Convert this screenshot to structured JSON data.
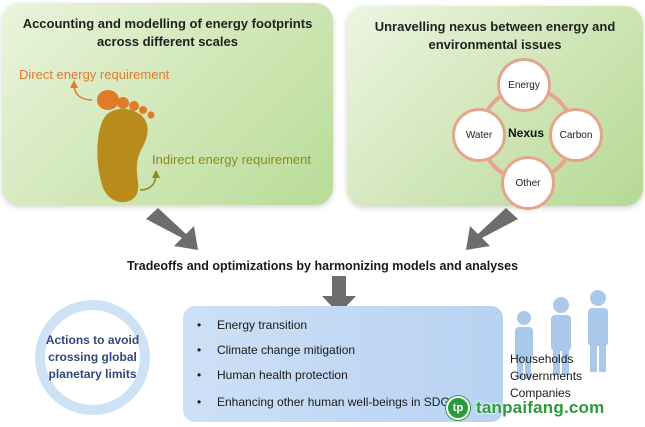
{
  "panels": {
    "left": {
      "title_line1": "Accounting and modelling of energy footprints",
      "title_line2": "across different scales",
      "direct_label": "Direct energy requirement",
      "indirect_label": "Indirect energy requirement"
    },
    "right": {
      "title_line1": "Unravelling nexus between energy and",
      "title_line2": "environmental issues",
      "center_label": "Nexus",
      "nodes": [
        "Energy",
        "Carbon",
        "Other",
        "Water"
      ]
    }
  },
  "tradeoffs": "Tradeoffs and optimizations by harmonizing models and analyses",
  "actions": {
    "line1": "Actions to avoid",
    "line2": "crossing global",
    "line3": "planetary limits"
  },
  "bullet_marker": "•",
  "bullets": [
    "Energy transition",
    "Climate change mitigation",
    "Human health protection",
    "Enhancing other human well-beings in SDGs"
  ],
  "stakeholders": [
    "Households",
    "Governments",
    "Companies"
  ],
  "watermark": {
    "logo": "tp",
    "text": "tanpaifang.com"
  },
  "colors": {
    "green_panel": "#cfe6b5",
    "foot": "#b98a1c",
    "toes": "#e07b2a",
    "direct_text": "#e07b2a",
    "indirect_text": "#8e8a18",
    "circle_border": "#e5a58d",
    "arrow": "#6d6d6d",
    "bullet_box": "#c4daf4",
    "people": "#a9c8ea",
    "watermark": "#2a9a3a"
  }
}
